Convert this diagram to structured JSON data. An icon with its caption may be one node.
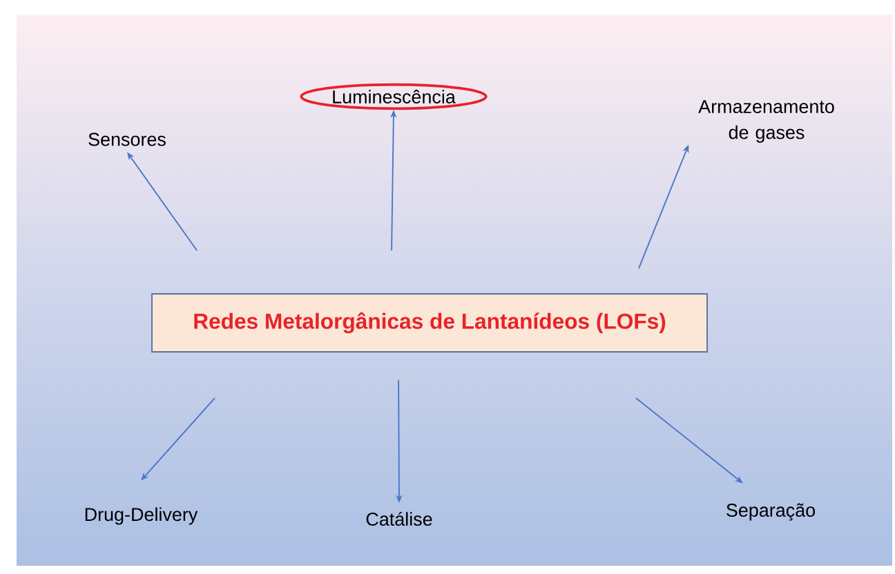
{
  "diagram": {
    "nodes": [
      {
        "text": [
          "Redes Metalorgânicas de Lantanídeos (LOFs)"
        ]
      },
      {
        "text": [
          "Sensores"
        ]
      },
      {
        "text": [
          "Luminescência"
        ]
      },
      {
        "text": [
          "Armazenamento de gases"
        ]
      },
      {
        "text": [
          "Drug-Delivery"
        ]
      },
      {
        "text": [
          "Catálise"
        ]
      },
      {
        "text": [
          "Separação"
        ]
      }
    ],
    "edges": [
      {
        "from": 0,
        "to": 1,
        "arrow": "to"
      },
      {
        "from": 0,
        "to": 2,
        "arrow": "to"
      },
      {
        "from": 0,
        "to": 3,
        "arrow": "to"
      },
      {
        "from": 0,
        "to": 4,
        "arrow": "to"
      },
      {
        "from": 0,
        "to": 5,
        "arrow": "to"
      },
      {
        "from": 0,
        "to": 6,
        "arrow": "to"
      }
    ]
  }
}
